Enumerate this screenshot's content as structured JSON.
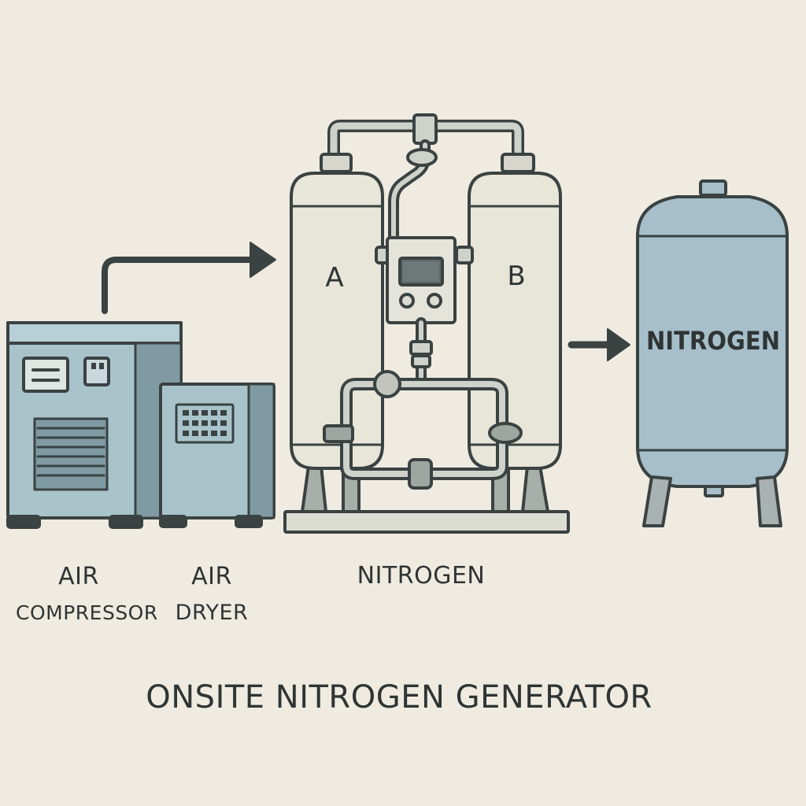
{
  "labels": {
    "compressor": {
      "line1": "AIR",
      "line2": "COMPRESSOR"
    },
    "dryer": {
      "line1": "AIR",
      "line2": "DRYER"
    },
    "generator": "NITROGEN",
    "tank": "NITROGEN",
    "vessel_a": "A",
    "vessel_b": "B",
    "title": "ONSITE NITROGEN GENERATOR"
  },
  "colors": {
    "background": "#efebe0",
    "outline": "#3a4242",
    "equipment_blue": "#a9c3cb",
    "equipment_blue_dark": "#7f9aa2",
    "vessel": "#e8e6d8",
    "pipe": "#cfd2ca",
    "tank_blue": "#a6bfca",
    "text": "#2f3434"
  },
  "icons": {
    "flow_arrows": "arrow-right-icon",
    "control_panel": "display-panel-icon",
    "valves": "valve-icon"
  }
}
